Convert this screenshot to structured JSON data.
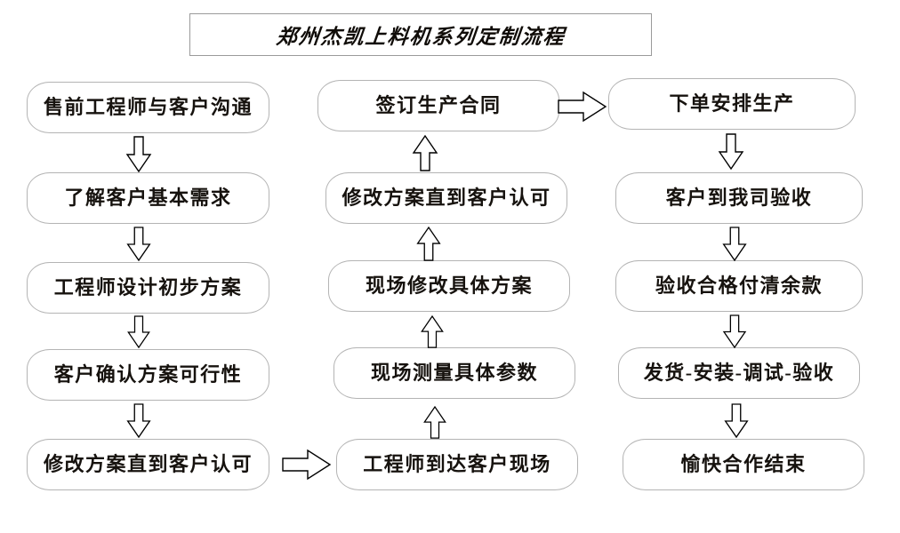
{
  "title": {
    "text": "郑州杰凯上料机系列定制流程"
  },
  "colors": {
    "box_border": "#b4b4b4",
    "title_border": "#9a9a9a",
    "text": "#16120e",
    "arrow_stroke": "#000000",
    "background": "#ffffff"
  },
  "columns": [
    {
      "id": "column-left",
      "name": "pre-sales-design",
      "flow_direction": "down",
      "nodes": [
        {
          "id": "n1",
          "label": "售前工程师与客户沟通"
        },
        {
          "id": "n2",
          "label": "了解客户基本需求"
        },
        {
          "id": "n3",
          "label": "工程师设计初步方案"
        },
        {
          "id": "n4",
          "label": "客户确认方案可行性"
        },
        {
          "id": "n5",
          "label": "修改方案直到客户认可"
        }
      ]
    },
    {
      "id": "column-middle",
      "name": "on-site-survey-contract",
      "flow_direction": "up",
      "nodes": [
        {
          "id": "n6",
          "label": "签订生产合同"
        },
        {
          "id": "n7",
          "label": "修改方案直到客户认可"
        },
        {
          "id": "n8",
          "label": "现场修改具体方案"
        },
        {
          "id": "n9",
          "label": "现场测量具体参数"
        },
        {
          "id": "n10",
          "label": "工程师到达客户现场"
        }
      ]
    },
    {
      "id": "column-right",
      "name": "production-delivery-acceptance",
      "flow_direction": "down",
      "nodes": [
        {
          "id": "n11",
          "label": "下单安排生产"
        },
        {
          "id": "n12",
          "label": "客户到我司验收"
        },
        {
          "id": "n13",
          "label": "验收合格付清余款"
        },
        {
          "id": "n14",
          "label": "发货-安装-调试-验收"
        },
        {
          "id": "n15",
          "label": "愉快合作结束"
        }
      ]
    }
  ],
  "connectors": [
    {
      "id": "a1",
      "from": "n1",
      "to": "n2",
      "direction": "down"
    },
    {
      "id": "a2",
      "from": "n2",
      "to": "n3",
      "direction": "down"
    },
    {
      "id": "a3",
      "from": "n3",
      "to": "n4",
      "direction": "down"
    },
    {
      "id": "a4",
      "from": "n4",
      "to": "n5",
      "direction": "down"
    },
    {
      "id": "a5",
      "from": "n5",
      "to": "n10",
      "direction": "right"
    },
    {
      "id": "a6",
      "from": "n10",
      "to": "n9",
      "direction": "up"
    },
    {
      "id": "a7",
      "from": "n9",
      "to": "n8",
      "direction": "up"
    },
    {
      "id": "a8",
      "from": "n8",
      "to": "n7",
      "direction": "up"
    },
    {
      "id": "a9",
      "from": "n7",
      "to": "n6",
      "direction": "up"
    },
    {
      "id": "a10",
      "from": "n6",
      "to": "n11",
      "direction": "right"
    },
    {
      "id": "a11",
      "from": "n11",
      "to": "n12",
      "direction": "down"
    },
    {
      "id": "a12",
      "from": "n12",
      "to": "n13",
      "direction": "down"
    },
    {
      "id": "a13",
      "from": "n13",
      "to": "n14",
      "direction": "down"
    },
    {
      "id": "a14",
      "from": "n14",
      "to": "n15",
      "direction": "down"
    }
  ]
}
